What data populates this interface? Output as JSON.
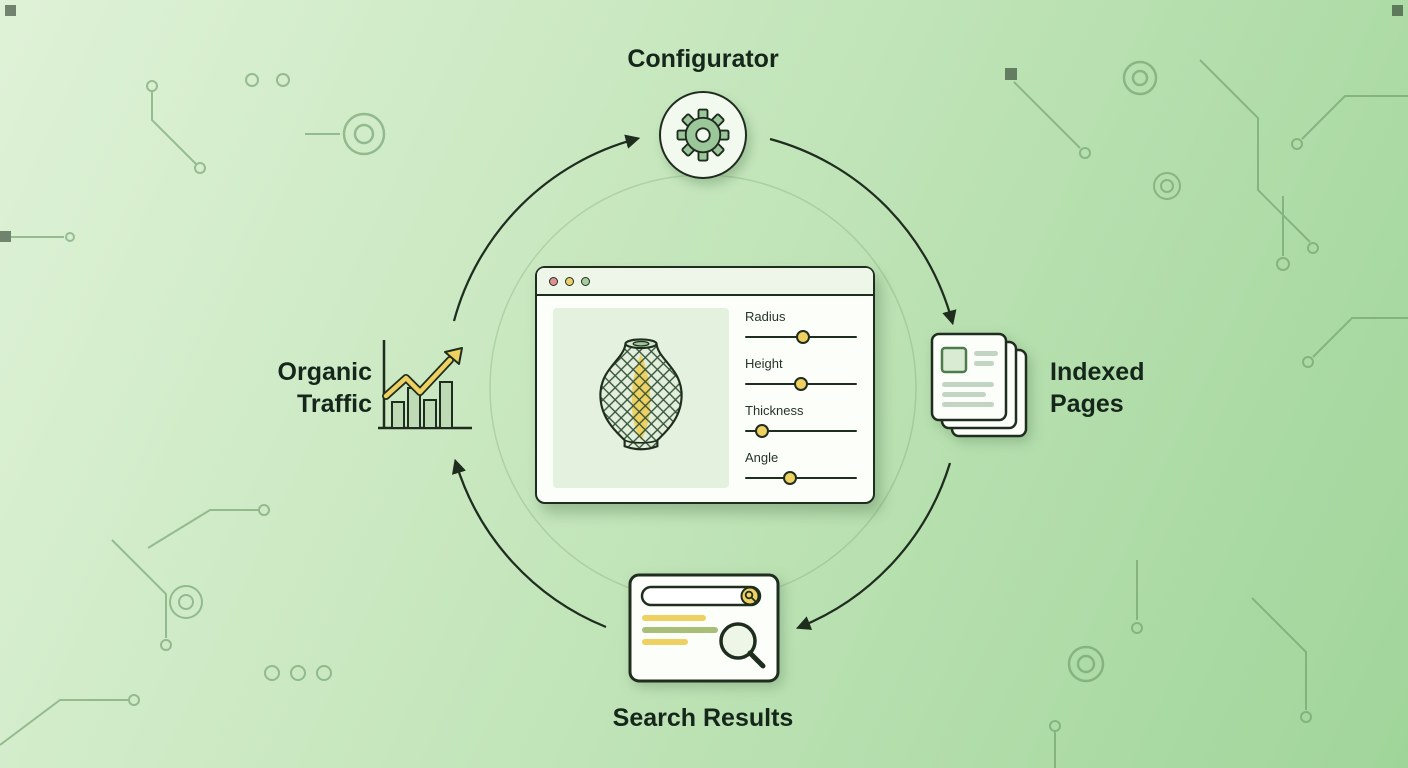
{
  "diagram": {
    "nodes": {
      "configurator": {
        "label": "Configurator",
        "icon": "gear-icon"
      },
      "indexed_pages": {
        "lines": [
          "Indexed",
          "Pages"
        ],
        "icon": "stacked-pages-icon"
      },
      "search_results": {
        "label": "Search Results",
        "icon": "search-results-icon"
      },
      "organic_traffic": {
        "lines": [
          "Organic",
          "Traffic"
        ],
        "icon": "bar-chart-arrow-icon"
      }
    },
    "configurator_window": {
      "window_dots": [
        "#df9191",
        "#ecd06b",
        "#a6cd9d"
      ],
      "preview_icon": "parametric-vase-icon",
      "sliders": [
        {
          "label": "Radius",
          "value_pct": 52
        },
        {
          "label": "Height",
          "value_pct": 50
        },
        {
          "label": "Thickness",
          "value_pct": 15
        },
        {
          "label": "Angle",
          "value_pct": 40
        }
      ]
    },
    "colors": {
      "outline": "#1f2d1f",
      "accent_yellow": "#efd161",
      "accent_green": "#9cc79a",
      "panel_green": "#e4f1de",
      "card_bg": "#fcfefa",
      "line_gray": "#c2d4c2",
      "bg_start": "#dff2d7",
      "bg_mid": "#c3e5ba",
      "bg_end": "#a0d59a"
    }
  }
}
